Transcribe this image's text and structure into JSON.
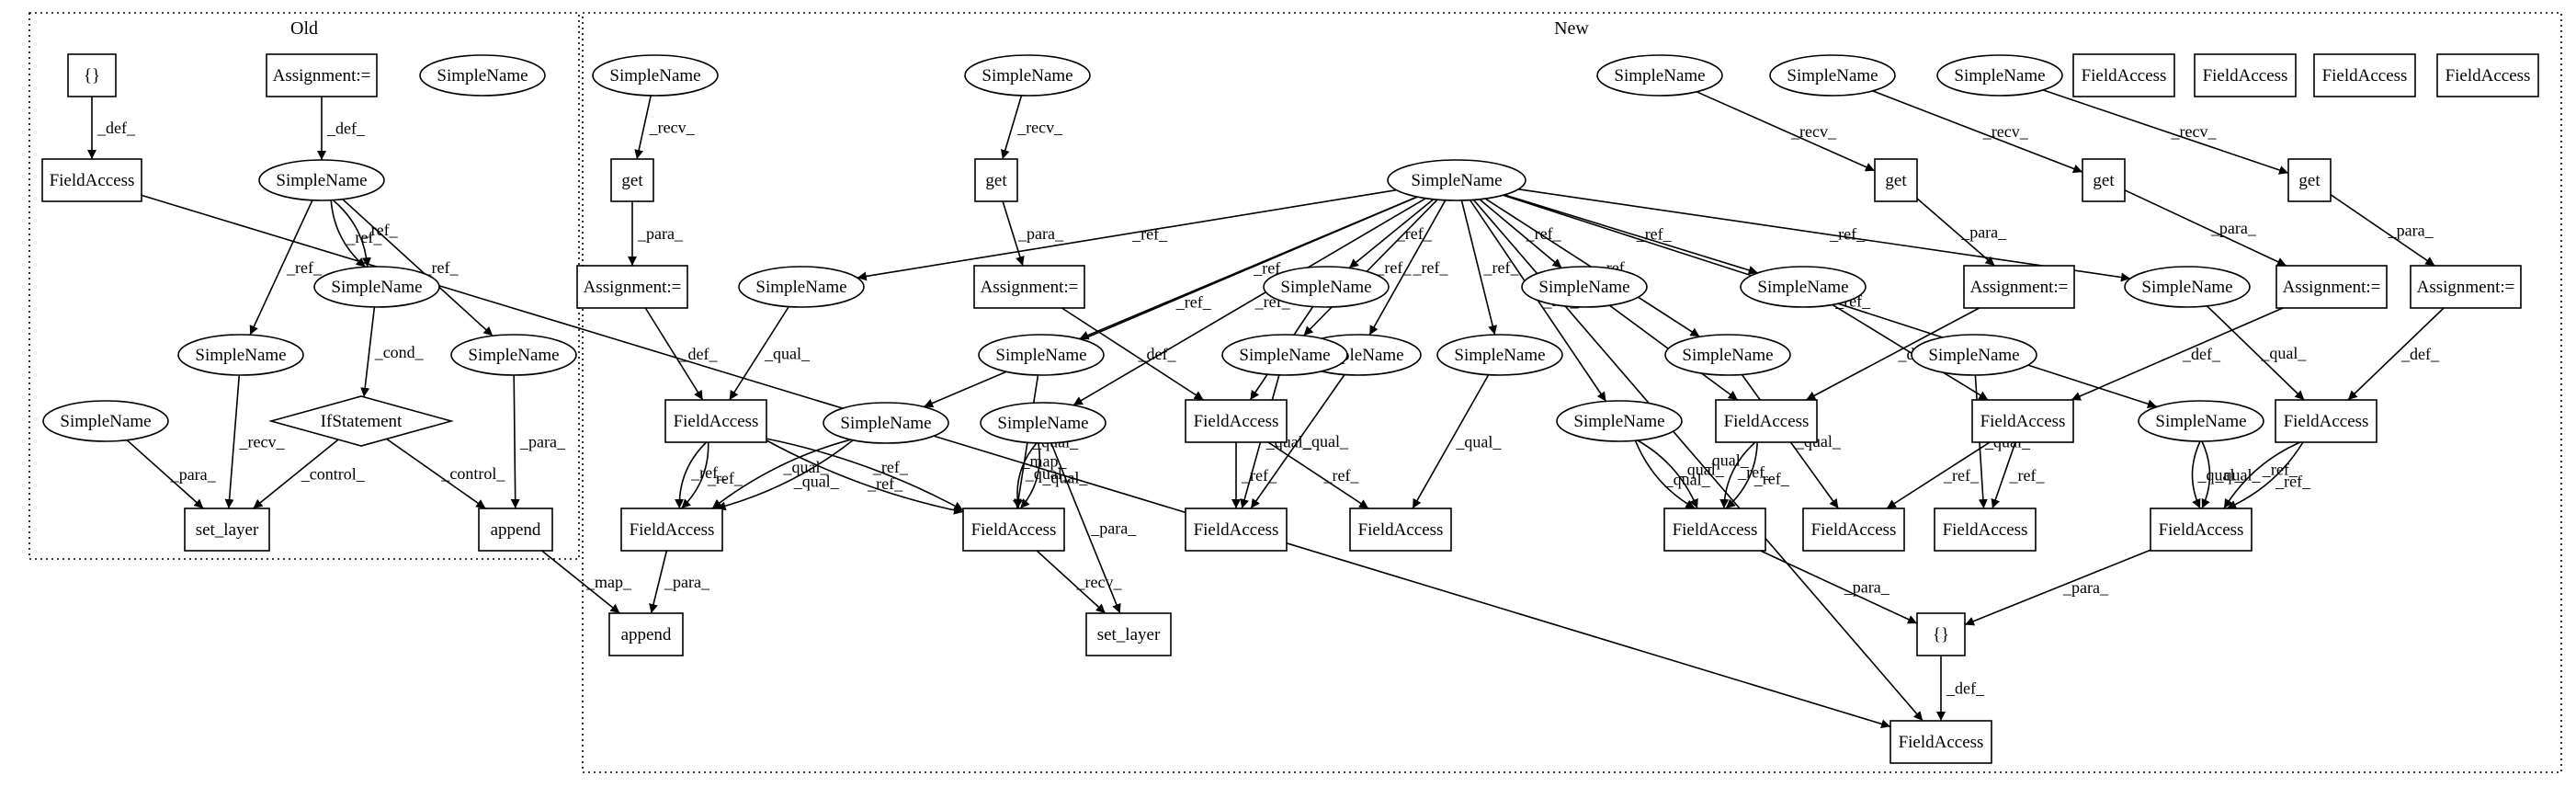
{
  "clusters": [
    {
      "id": "old",
      "label": "Old"
    },
    {
      "id": "new",
      "label": "New"
    }
  ],
  "nodes": [
    {
      "id": "o_braces",
      "label": "{}",
      "shape": "box"
    },
    {
      "id": "o_assign",
      "label": "Assignment:=",
      "shape": "box"
    },
    {
      "id": "o_sn_lone",
      "label": "SimpleName",
      "shape": "ellipse"
    },
    {
      "id": "o_fa",
      "label": "FieldAccess",
      "shape": "box"
    },
    {
      "id": "o_sn_main",
      "label": "SimpleName",
      "shape": "ellipse"
    },
    {
      "id": "o_sn_mid",
      "label": "SimpleName",
      "shape": "ellipse"
    },
    {
      "id": "o_sn_left",
      "label": "SimpleName",
      "shape": "ellipse"
    },
    {
      "id": "o_sn_right",
      "label": "SimpleName",
      "shape": "ellipse"
    },
    {
      "id": "o_sn_far",
      "label": "SimpleName",
      "shape": "ellipse"
    },
    {
      "id": "o_if",
      "label": "IfStatement",
      "shape": "diamond"
    },
    {
      "id": "o_setlayer",
      "label": "set_layer",
      "shape": "box"
    },
    {
      "id": "o_append",
      "label": "append",
      "shape": "box"
    },
    {
      "id": "n_sn_t1",
      "label": "SimpleName",
      "shape": "ellipse"
    },
    {
      "id": "n_sn_t2",
      "label": "SimpleName",
      "shape": "ellipse"
    },
    {
      "id": "n_sn_t3",
      "label": "SimpleName",
      "shape": "ellipse"
    },
    {
      "id": "n_sn_t4",
      "label": "SimpleName",
      "shape": "ellipse"
    },
    {
      "id": "n_sn_t5",
      "label": "SimpleName",
      "shape": "ellipse"
    },
    {
      "id": "n_fa_t1",
      "label": "FieldAccess",
      "shape": "box"
    },
    {
      "id": "n_fa_t2",
      "label": "FieldAccess",
      "shape": "box"
    },
    {
      "id": "n_fa_t3",
      "label": "FieldAccess",
      "shape": "box"
    },
    {
      "id": "n_fa_t4",
      "label": "FieldAccess",
      "shape": "box"
    },
    {
      "id": "n_get1",
      "label": "get",
      "shape": "box"
    },
    {
      "id": "n_get2",
      "label": "get",
      "shape": "box"
    },
    {
      "id": "n_get3",
      "label": "get",
      "shape": "box"
    },
    {
      "id": "n_get4",
      "label": "get",
      "shape": "box"
    },
    {
      "id": "n_get5",
      "label": "get",
      "shape": "box"
    },
    {
      "id": "n_sn_hub",
      "label": "SimpleName",
      "shape": "ellipse"
    },
    {
      "id": "n_as1",
      "label": "Assignment:=",
      "shape": "box"
    },
    {
      "id": "n_as2",
      "label": "Assignment:=",
      "shape": "box"
    },
    {
      "id": "n_as3",
      "label": "Assignment:=",
      "shape": "box"
    },
    {
      "id": "n_as4",
      "label": "Assignment:=",
      "shape": "box"
    },
    {
      "id": "n_as5",
      "label": "Assignment:=",
      "shape": "box"
    },
    {
      "id": "n_sn_r1",
      "label": "SimpleName",
      "shape": "ellipse"
    },
    {
      "id": "n_sn_r2",
      "label": "SimpleName",
      "shape": "ellipse"
    },
    {
      "id": "n_sn_r3",
      "label": "SimpleName",
      "shape": "ellipse"
    },
    {
      "id": "n_sn_r4",
      "label": "SimpleName",
      "shape": "ellipse"
    },
    {
      "id": "n_sn_r5",
      "label": "SimpleName",
      "shape": "ellipse"
    },
    {
      "id": "n_sn_s1",
      "label": "SimpleName",
      "shape": "ellipse"
    },
    {
      "id": "n_sn_s2",
      "label": "SimpleName",
      "shape": "ellipse"
    },
    {
      "id": "n_sn_s3",
      "label": "SimpleName",
      "shape": "ellipse"
    },
    {
      "id": "n_sn_s4",
      "label": "SimpleName",
      "shape": "ellipse"
    },
    {
      "id": "n_sn_s5",
      "label": "SimpleName",
      "shape": "ellipse"
    },
    {
      "id": "n_sn_s6",
      "label": "SimpleName",
      "shape": "ellipse"
    },
    {
      "id": "n_fa_m1",
      "label": "FieldAccess",
      "shape": "box"
    },
    {
      "id": "n_fa_m2",
      "label": "FieldAccess",
      "shape": "box"
    },
    {
      "id": "n_fa_m3",
      "label": "FieldAccess",
      "shape": "box"
    },
    {
      "id": "n_fa_m4",
      "label": "FieldAccess",
      "shape": "box"
    },
    {
      "id": "n_fa_m5",
      "label": "FieldAccess",
      "shape": "box"
    },
    {
      "id": "n_sn_u1",
      "label": "SimpleName",
      "shape": "ellipse"
    },
    {
      "id": "n_sn_u2",
      "label": "SimpleName",
      "shape": "ellipse"
    },
    {
      "id": "n_sn_u3",
      "label": "SimpleName",
      "shape": "ellipse"
    },
    {
      "id": "n_sn_u4",
      "label": "SimpleName",
      "shape": "ellipse"
    },
    {
      "id": "n_fa_b1",
      "label": "FieldAccess",
      "shape": "box"
    },
    {
      "id": "n_fa_b2",
      "label": "FieldAccess",
      "shape": "box"
    },
    {
      "id": "n_fa_b3",
      "label": "FieldAccess",
      "shape": "box"
    },
    {
      "id": "n_fa_b4",
      "label": "FieldAccess",
      "shape": "box"
    },
    {
      "id": "n_fa_b5",
      "label": "FieldAccess",
      "shape": "box"
    },
    {
      "id": "n_fa_b6",
      "label": "FieldAccess",
      "shape": "box"
    },
    {
      "id": "n_fa_b7",
      "label": "FieldAccess",
      "shape": "box"
    },
    {
      "id": "n_fa_b8",
      "label": "FieldAccess",
      "shape": "box"
    },
    {
      "id": "n_append",
      "label": "append",
      "shape": "box"
    },
    {
      "id": "n_setlayer",
      "label": "set_layer",
      "shape": "box"
    },
    {
      "id": "n_braces",
      "label": "{}",
      "shape": "box"
    },
    {
      "id": "n_fa_final",
      "label": "FieldAccess",
      "shape": "box"
    }
  ],
  "edges": [
    {
      "from": "o_braces",
      "to": "o_fa",
      "label": "_def_"
    },
    {
      "from": "o_assign",
      "to": "o_sn_main",
      "label": "_def_"
    },
    {
      "from": "o_sn_main",
      "to": "o_sn_left",
      "label": "_ref_"
    },
    {
      "from": "o_sn_main",
      "to": "o_sn_mid",
      "label": "_ref_"
    },
    {
      "from": "o_sn_main",
      "to": "o_sn_mid",
      "label": "_ref_"
    },
    {
      "from": "o_sn_main",
      "to": "o_sn_right",
      "label": "_ref_"
    },
    {
      "from": "o_sn_mid",
      "to": "o_if",
      "label": "_cond_"
    },
    {
      "from": "o_sn_left",
      "to": "o_setlayer",
      "label": "_recv_"
    },
    {
      "from": "o_sn_far",
      "to": "o_setlayer",
      "label": "_para_"
    },
    {
      "from": "o_if",
      "to": "o_setlayer",
      "label": "_control_"
    },
    {
      "from": "o_if",
      "to": "o_append",
      "label": "_control_"
    },
    {
      "from": "o_sn_right",
      "to": "o_append",
      "label": "_para_"
    },
    {
      "from": "o_append",
      "to": "n_append",
      "label": "_map_"
    },
    {
      "from": "o_fa",
      "to": "n_fa_final",
      "label": "_map_"
    },
    {
      "from": "n_sn_t1",
      "to": "n_get1",
      "label": "_recv_"
    },
    {
      "from": "n_sn_t2",
      "to": "n_get2",
      "label": "_recv_"
    },
    {
      "from": "n_sn_t3",
      "to": "n_get3",
      "label": "_recv_"
    },
    {
      "from": "n_sn_t4",
      "to": "n_get4",
      "label": "_recv_"
    },
    {
      "from": "n_sn_t5",
      "to": "n_get5",
      "label": "_recv_"
    },
    {
      "from": "n_get1",
      "to": "n_as1",
      "label": "_para_"
    },
    {
      "from": "n_get2",
      "to": "n_as2",
      "label": "_para_"
    },
    {
      "from": "n_get3",
      "to": "n_as3",
      "label": "_para_"
    },
    {
      "from": "n_get4",
      "to": "n_as4",
      "label": "_para_"
    },
    {
      "from": "n_get5",
      "to": "n_as5",
      "label": "_para_"
    },
    {
      "from": "n_sn_hub",
      "to": "n_sn_r1",
      "label": "_ref_"
    },
    {
      "from": "n_sn_hub",
      "to": "n_sn_u1",
      "label": "_ref_"
    },
    {
      "from": "n_sn_hub",
      "to": "n_sn_s1",
      "label": "_ref_"
    },
    {
      "from": "n_sn_hub",
      "to": "n_sn_u2",
      "label": "_ref_"
    },
    {
      "from": "n_sn_hub",
      "to": "n_sn_r2",
      "label": "_ref_"
    },
    {
      "from": "n_sn_hub",
      "to": "n_sn_s2",
      "label": "_ref_"
    },
    {
      "from": "n_sn_hub",
      "to": "n_sn_s3",
      "label": "_ref_"
    },
    {
      "from": "n_sn_hub",
      "to": "n_sn_u3",
      "label": "_ref_"
    },
    {
      "from": "n_sn_hub",
      "to": "n_sn_r3",
      "label": "_ref_"
    },
    {
      "from": "n_sn_hub",
      "to": "n_sn_s4",
      "label": "_ref_"
    },
    {
      "from": "n_sn_hub",
      "to": "n_sn_r4",
      "label": "_ref_"
    },
    {
      "from": "n_sn_hub",
      "to": "n_sn_s5",
      "label": "_ref_"
    },
    {
      "from": "n_sn_hub",
      "to": "n_sn_u4",
      "label": "_ref_"
    },
    {
      "from": "n_sn_hub",
      "to": "n_sn_r5",
      "label": "_ref_"
    },
    {
      "from": "n_sn_hub",
      "to": "n_fa_final",
      "label": "_qual_"
    },
    {
      "from": "n_as1",
      "to": "n_fa_m1",
      "label": "_def_"
    },
    {
      "from": "n_as2",
      "to": "n_fa_m2",
      "label": "_def_"
    },
    {
      "from": "n_as3",
      "to": "n_fa_m3",
      "label": "_def_"
    },
    {
      "from": "n_as4",
      "to": "n_fa_m4",
      "label": "_def_"
    },
    {
      "from": "n_as5",
      "to": "n_fa_m5",
      "label": "_def_"
    },
    {
      "from": "n_sn_r1",
      "to": "n_fa_m1",
      "label": "_qual_"
    },
    {
      "from": "n_sn_r2",
      "to": "n_fa_m2",
      "label": "_qual_"
    },
    {
      "from": "n_sn_r3",
      "to": "n_fa_m3",
      "label": "_qual_"
    },
    {
      "from": "n_sn_r4",
      "to": "n_fa_m4",
      "label": "_qual_"
    },
    {
      "from": "n_sn_r5",
      "to": "n_fa_m5",
      "label": "_qual_"
    },
    {
      "from": "n_sn_s1",
      "to": "n_fa_b1",
      "label": "_qual_"
    },
    {
      "from": "n_sn_s1",
      "to": "n_fa_b1",
      "label": "_qual_"
    },
    {
      "from": "n_sn_s2",
      "to": "n_fa_b2",
      "label": "_qual_"
    },
    {
      "from": "n_sn_s2",
      "to": "n_fa_b2",
      "label": "_qual_"
    },
    {
      "from": "n_sn_s2",
      "to": "n_setlayer",
      "label": "_para_"
    },
    {
      "from": "n_sn_s3",
      "to": "n_fa_b3",
      "label": "_qual_"
    },
    {
      "from": "n_sn_s4",
      "to": "n_fa_b4",
      "label": "_qual_"
    },
    {
      "from": "n_sn_s5",
      "to": "n_fa_b6",
      "label": "_qual_"
    },
    {
      "from": "n_sn_s6",
      "to": "n_fa_b7",
      "label": "_qual_"
    },
    {
      "from": "n_sn_u1",
      "to": "n_fa_b2",
      "label": "_qual_"
    },
    {
      "from": "n_sn_u2",
      "to": "n_fa_b3",
      "label": "_qual_"
    },
    {
      "from": "n_sn_u3",
      "to": "n_fa_b5",
      "label": "_qual_"
    },
    {
      "from": "n_sn_u3",
      "to": "n_fa_b5",
      "label": "_qual_"
    },
    {
      "from": "n_sn_u4",
      "to": "n_fa_b8",
      "label": "_qual_"
    },
    {
      "from": "n_sn_u4",
      "to": "n_fa_b8",
      "label": "_qual_"
    },
    {
      "from": "n_fa_m1",
      "to": "n_fa_b1",
      "label": "_ref_"
    },
    {
      "from": "n_fa_m1",
      "to": "n_fa_b1",
      "label": "_ref_"
    },
    {
      "from": "n_fa_m1",
      "to": "n_fa_b2",
      "label": "_ref_"
    },
    {
      "from": "n_fa_m1",
      "to": "n_fa_b2",
      "label": "_ref_"
    },
    {
      "from": "n_fa_m2",
      "to": "n_fa_b3",
      "label": "_ref_"
    },
    {
      "from": "n_fa_m2",
      "to": "n_fa_b4",
      "label": "_ref_"
    },
    {
      "from": "n_fa_m3",
      "to": "n_fa_b5",
      "label": "_ref_"
    },
    {
      "from": "n_fa_m3",
      "to": "n_fa_b5",
      "label": "_ref_"
    },
    {
      "from": "n_fa_m4",
      "to": "n_fa_b6",
      "label": "_ref_"
    },
    {
      "from": "n_fa_m4",
      "to": "n_fa_b7",
      "label": "_ref_"
    },
    {
      "from": "n_fa_m5",
      "to": "n_fa_b8",
      "label": "_ref_"
    },
    {
      "from": "n_fa_m5",
      "to": "n_fa_b8",
      "label": "_ref_"
    },
    {
      "from": "n_fa_b1",
      "to": "n_append",
      "label": "_para_"
    },
    {
      "from": "n_fa_b2",
      "to": "n_setlayer",
      "label": "_recv_"
    },
    {
      "from": "n_fa_b5",
      "to": "n_braces",
      "label": "_para_"
    },
    {
      "from": "n_fa_b8",
      "to": "n_braces",
      "label": "_para_"
    },
    {
      "from": "n_braces",
      "to": "n_fa_final",
      "label": "_def_"
    }
  ]
}
